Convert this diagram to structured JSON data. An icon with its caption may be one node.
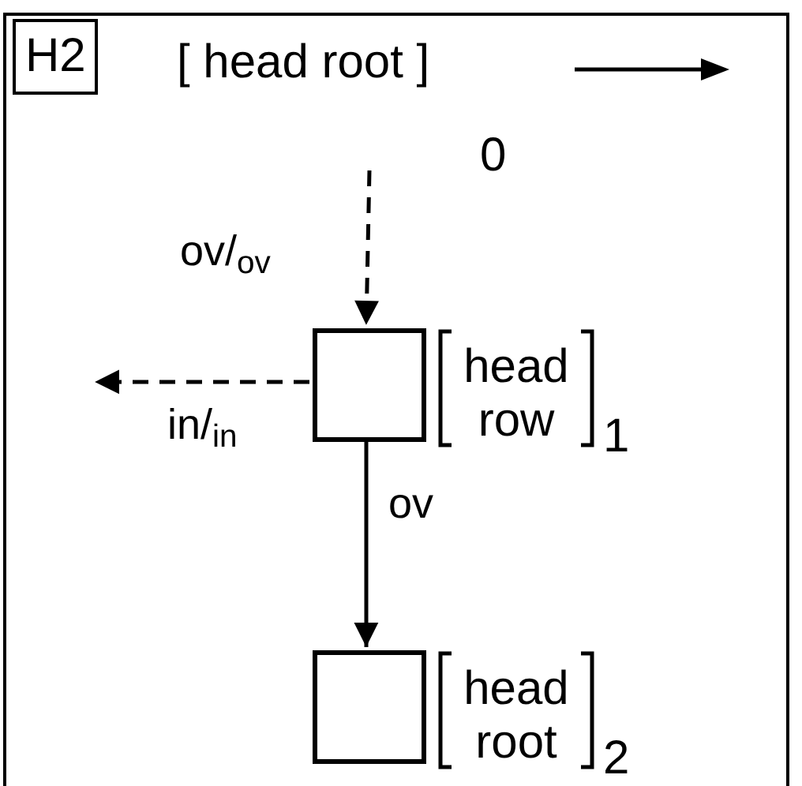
{
  "diagram": {
    "nodes": [
      {
        "text": [
          "H2"
        ]
      },
      {
        "text": [
          "[ head root ]"
        ],
        "beside": [
          "0"
        ],
        "in": 0
      },
      {
        "text": [],
        "shape": "box",
        "beside": [
          "head row",
          "1"
        ],
        "in": 0
      },
      {
        "text": [],
        "shape": "box",
        "beside": [
          "head root",
          "2"
        ],
        "in": 0
      }
    ],
    "edges": [
      {
        "from": null,
        "to": 2,
        "arrow": "to",
        "style": "dashed",
        "label": "ov/$_{ov}$"
      },
      {
        "from": 2,
        "to": null,
        "arrow": "to",
        "style": "dashed",
        "label": "in/$_{in}$"
      },
      {
        "from": 2,
        "to": 3,
        "arrow": "to",
        "label": "ov"
      }
    ]
  }
}
